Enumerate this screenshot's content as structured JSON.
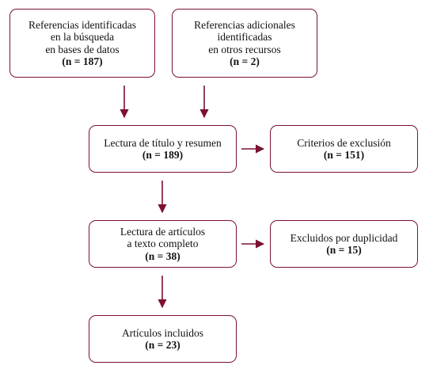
{
  "colors": {
    "accent": "#7a1230"
  },
  "boxes": {
    "database": {
      "lines": [
        "Referencias identificadas",
        "en la búsqueda",
        "en bases de datos"
      ],
      "n": "(n = 187)"
    },
    "other": {
      "lines": [
        "Referencias adicionales",
        "identificadas",
        "en otros recursos"
      ],
      "n": "(n = 2)"
    },
    "screening": {
      "lines": [
        "Lectura de título y resumen"
      ],
      "n": "(n = 189)"
    },
    "excluded": {
      "lines": [
        "Criterios de exclusión"
      ],
      "n": "(n = 151)"
    },
    "fulltext": {
      "lines": [
        "Lectura de artículos",
        "a texto completo"
      ],
      "n": "(n = 38)"
    },
    "duplicates": {
      "lines": [
        "Excluidos por duplicidad"
      ],
      "n": "(n = 15)"
    },
    "included": {
      "lines": [
        "Artículos incluidos"
      ],
      "n": "(n = 23)"
    }
  }
}
